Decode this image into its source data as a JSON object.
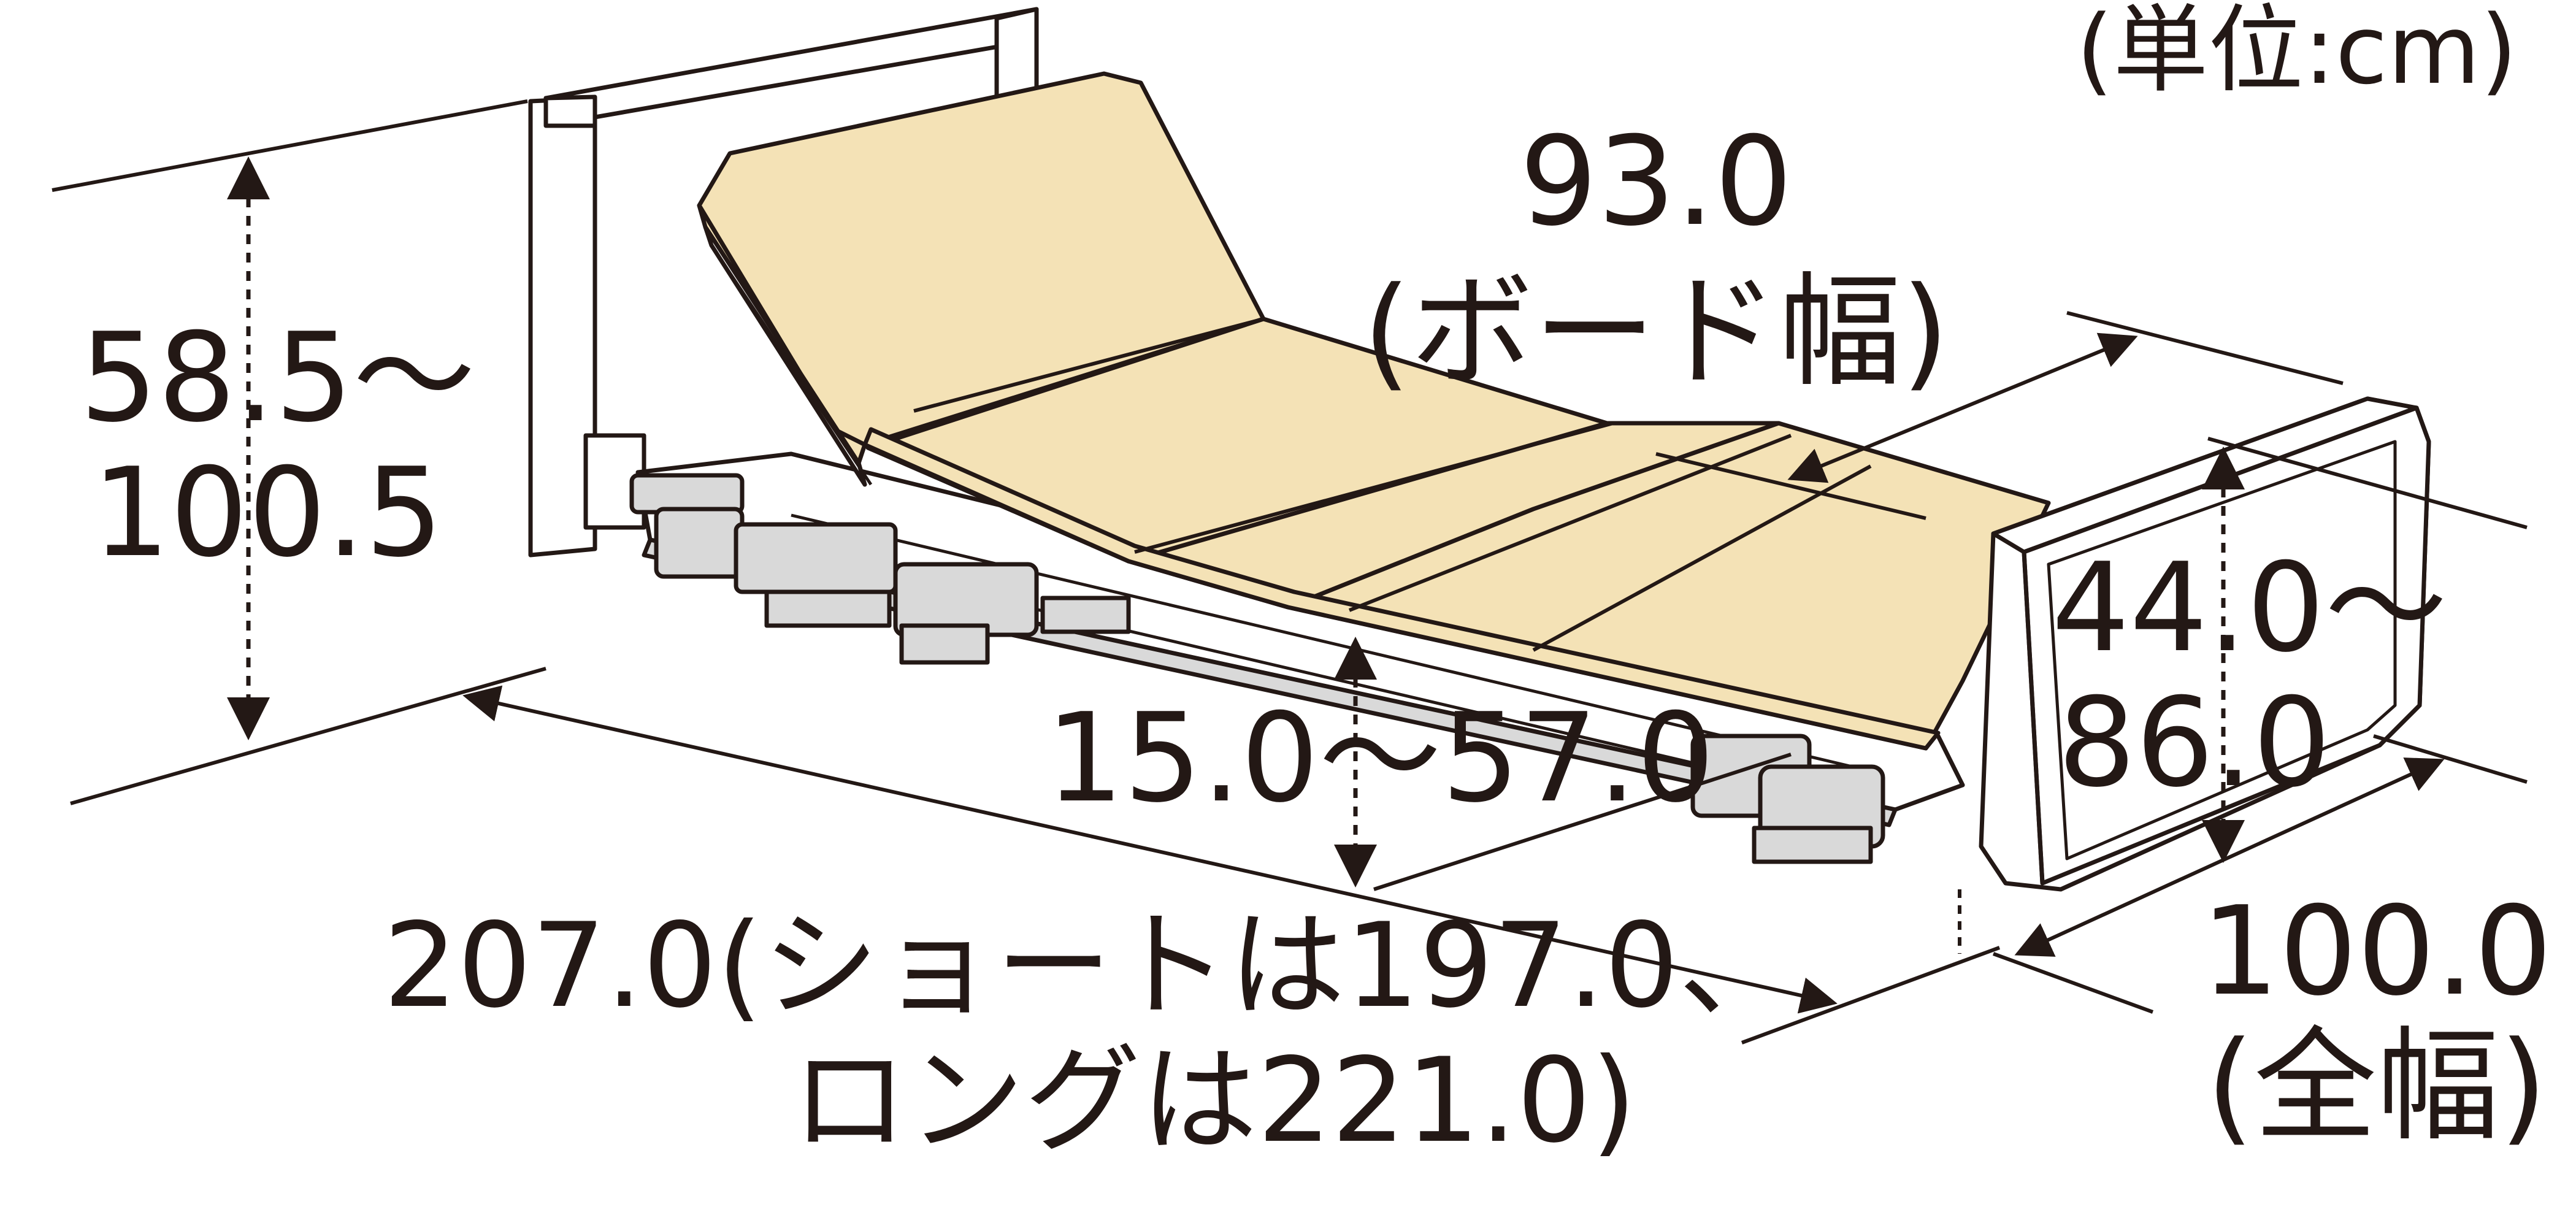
{
  "unit_note": "(単位:cm)",
  "board_width": {
    "value": "93.0",
    "caption": "(ボード幅)"
  },
  "head_height": {
    "line1": "58.5～",
    "line2": "100.5"
  },
  "foot_height": {
    "line1": "44.0～",
    "line2": "86.0"
  },
  "floor_height": {
    "value": "15.0～57.0"
  },
  "length": {
    "line1": "207.0(ショートは197.0、",
    "line2": "ロングは221.0)"
  },
  "total_width": {
    "value": "100.0",
    "caption": "(全幅)"
  },
  "colors": {
    "ink": "#231815",
    "mattress": "#f4e2b6",
    "frame_gray": "#d9d9d9",
    "background": "#ffffff"
  }
}
